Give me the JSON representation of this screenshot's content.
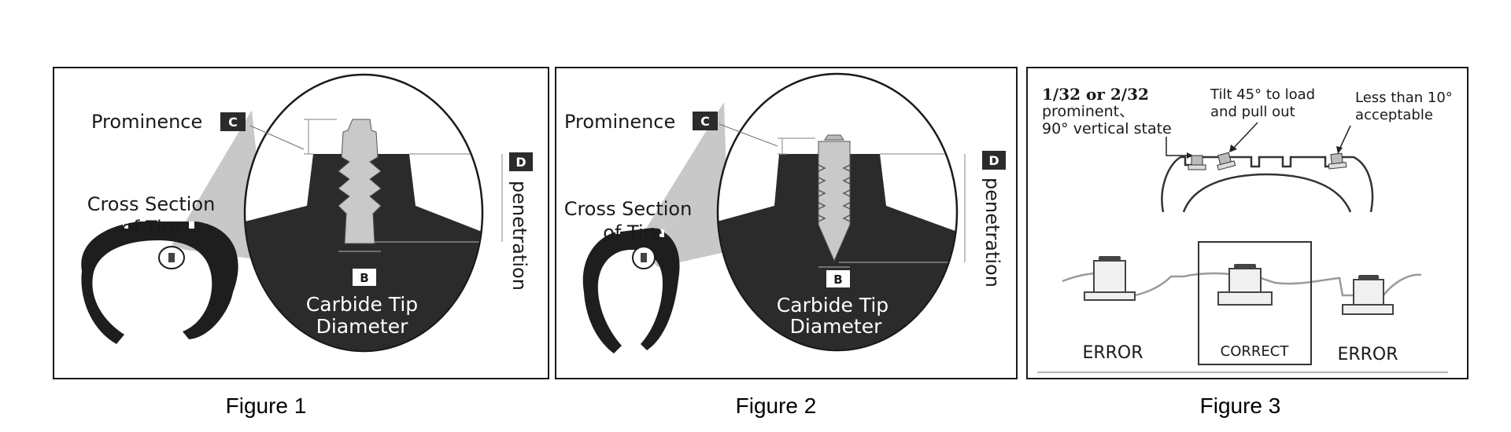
{
  "figures": [
    {
      "caption": "Figure 1",
      "prominence": "Prominence",
      "prominence_badge": "C",
      "cross_section_line1": "Cross Section",
      "cross_section_line2": "of Tire",
      "penetration_badge": "D",
      "penetration": "penetration",
      "diameter_badge": "B",
      "carbide_line1": "Carbide Tip",
      "carbide_line2": "Diameter"
    },
    {
      "caption": "Figure 2",
      "prominence": "Prominence",
      "prominence_badge": "C",
      "cross_section_line1": "Cross Section",
      "cross_section_line2": "of Tire",
      "penetration_badge": "D",
      "penetration": "penetration",
      "diameter_badge": "B",
      "carbide_line1": "Carbide Tip",
      "carbide_line2": "Diameter"
    },
    {
      "caption": "Figure 3",
      "note1_bold": "1/32 or 2/32",
      "note1_line2": "prominent、",
      "note1_line3": "90° vertical state",
      "note2_line1": "Tilt 45° to load",
      "note2_line2": "and pull out",
      "note3_line1": "Less than 10°",
      "note3_line2": "acceptable",
      "label_left": "ERROR",
      "label_center": "CORRECT",
      "label_right": "ERROR"
    }
  ]
}
